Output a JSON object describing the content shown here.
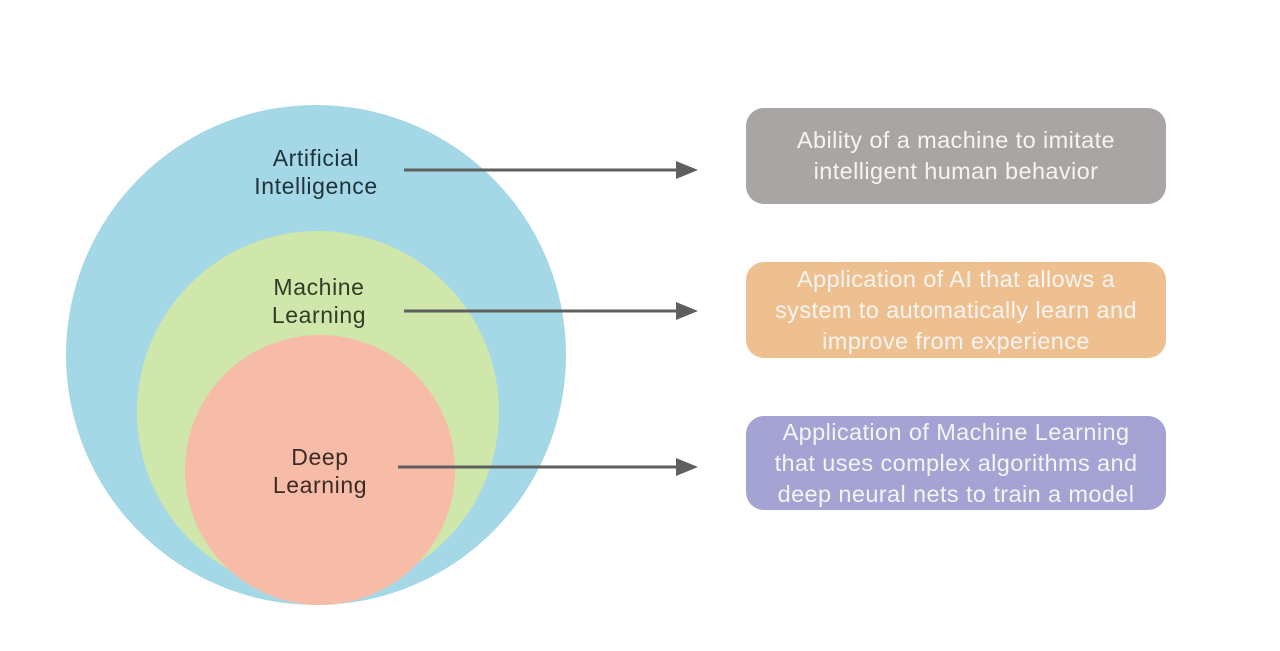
{
  "venn": {
    "circles": [
      {
        "name": "Artificial Intelligence",
        "line1": "Artificial",
        "line2": "Intelligence",
        "fill": "#a5d8e6",
        "text_color": "#20323c"
      },
      {
        "name": "Machine Learning",
        "line1": "Machine",
        "line2": "Learning",
        "fill": "#cfe7ab",
        "text_color": "#2f3d26"
      },
      {
        "name": "Deep Learning",
        "line1": "Deep",
        "line2": "Learning",
        "fill": "#f6bca8",
        "text_color": "#3c2b26"
      }
    ]
  },
  "callouts": [
    {
      "for": "Artificial Intelligence",
      "text": "Ability of a machine to imitate intelligent human behavior",
      "bg": "#a9a5a4"
    },
    {
      "for": "Machine Learning",
      "text": "Application of AI that allows a system to automatically learn and improve from experience",
      "bg": "#eec08f"
    },
    {
      "for": "Deep Learning",
      "text": "Application of Machine Learning that uses complex algorithms and deep neural nets to train a model",
      "bg": "#a4a3d3"
    }
  ],
  "colors": {
    "arrow": "#5f5f5f",
    "background": "#ffffff"
  }
}
